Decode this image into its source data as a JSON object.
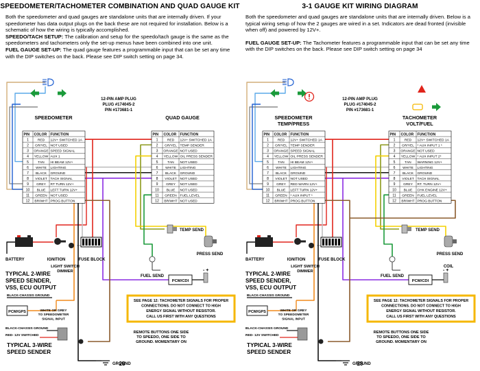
{
  "left": {
    "title": "SPEEDOMETER/TACHOMETER COMBINATION  AND QUAD GAUGE KIT",
    "intro": "Both the speedometer and quad gauges are standalone units that are internally driven.  If your speedometer has data output plugs on the back these are not required for installation.  Below is a schematic of how the wiring is typically accomplished.",
    "speedo_setup_label": "SPEEDO/TACH SETUP:",
    "speedo_setup_text": " The calibration and setup for the speedo/tach gauge is the same as the speedometers and tachometers only the set-up menus have been combined into one unit.",
    "fuel_setup_label": "FUEL GAUGE SET-UP:",
    "fuel_setup_text": " The quad gauge features a programmable input that can be set any time with the DIP switches on the back.  Please see DIP switch setting on page 34.",
    "plug_title": [
      "12-PIN AMP PLUG",
      "PLUG #174045-2",
      "PIN #173681-1"
    ],
    "gauge1_title": [
      "SPEEDOMETER"
    ],
    "gauge2_title": [
      "QUAD GAUGE"
    ],
    "table_headers": [
      "PIN",
      "COLOR",
      "FUNCTION"
    ],
    "table1": [
      [
        "1",
        "RED",
        "12V+ SWITCHED 1A"
      ],
      [
        "2",
        "GR/YEL",
        "NOT USED"
      ],
      [
        "3",
        "ORANGE",
        "SPEED SIGNAL"
      ],
      [
        "4",
        "YELLOW",
        "AUX 1"
      ],
      [
        "5",
        "TAN",
        "HI BEAM 12V+"
      ],
      [
        "6",
        "WHITE",
        "LIGHTING"
      ],
      [
        "7",
        "BLACK",
        "GROUND"
      ],
      [
        "8",
        "VIOLET",
        "TACH SIGNAL"
      ],
      [
        "9",
        "GREY",
        "RT TURN 12V+"
      ],
      [
        "10",
        "BLUE",
        "LEFT TURN 12V+"
      ],
      [
        "11",
        "GREEN",
        "NOT USED"
      ],
      [
        "12",
        "BR/WHT",
        "PROG BUTTON"
      ]
    ],
    "table2": [
      [
        "1",
        "RED",
        "12V+ SWITCHED 1A"
      ],
      [
        "2",
        "GR/YEL",
        "TEMP SENDER"
      ],
      [
        "3",
        "ORANGE",
        "NOT USED"
      ],
      [
        "4",
        "YELLOW",
        "OIL PRESS SENDER"
      ],
      [
        "5",
        "TAN",
        "NOT USED"
      ],
      [
        "6",
        "WHITE",
        "LIGHTING"
      ],
      [
        "7",
        "BLACK",
        "GROUND"
      ],
      [
        "8",
        "VIOLET",
        "NOT USED"
      ],
      [
        "9",
        "GREY",
        "NOT USED"
      ],
      [
        "10",
        "BLUE",
        "NOT USED"
      ],
      [
        "11",
        "GREEN",
        "FUEL LEVEL"
      ],
      [
        "12",
        "BR/WHT",
        "NOT USED"
      ]
    ],
    "labels": {
      "temp_send": "TEMP SEND",
      "battery": "BATTERY",
      "ignition": "IGNITION",
      "fuse_block": "FUSE BLOCK",
      "press_send": "PRESS SEND",
      "light_switch": [
        "LIGHT SWITCH",
        "DIMMER"
      ],
      "fuel_send": "FUEL SEND",
      "pcm": "PCM/CDI",
      "coil": "",
      "typical2": [
        "TYPICAL 2-WIRE",
        "SPEED SENDER,",
        "VSS, ECU OUTPUT"
      ],
      "chassis_ground": "BLACK-CHASSIS GROUND",
      "pcm_gps": "PCM/GPS",
      "white_grey": [
        "WHITE OR GREY",
        "TO SPEEDOMETER",
        "SIGNAL INPUT"
      ],
      "chassis_ground2": "BLACK-CHASSIS GROUND",
      "red_switched": "RED- 12V SWITCHED",
      "typical3": [
        "TYPICAL 3-WIRE",
        "SPEED SENDER"
      ],
      "warning": [
        "SEE PAGE 12: TACHOMETER SIGNALS FOR PROPER",
        "CONNECTIONS.  DO NOT CONNECT TO HIGH",
        "ENERGY SIGNAL WITHOUT RESISTOR.",
        "CALL US FIRST WITH ANY QUESTIONS"
      ],
      "remote": [
        "REMOTE BUTTONS ONE SIDE",
        "TO SPEEDO, ONE SIDE TO",
        "GROUND.  MOMENTARY ON"
      ],
      "ground": "GROUND"
    },
    "page_number": "28"
  },
  "right": {
    "title": "3-1 GAUGE KIT WIRING DIAGRAM",
    "intro": "Both the speedometer and quad gauges are standalone units that are internally driven. Below is a typical wiring setup of how the 2 gauges are  wired in a set.  Indicators are dead fronted (invisible when off) and powered by 12V+.",
    "fuel_setup_label": "FUEL GAUGE SET-UP:",
    "fuel_setup_text": " The Tachometer features a programmable input that can be set any time with the DIP switches on the back.  Please see DIP switch setting on page 34",
    "plug_title": [
      "12-PIN AMP PLUG",
      "PLUG #174045-2",
      "PIN #173681-1"
    ],
    "gauge1_title": [
      "SPEEDOMETER",
      "TEMP/PRESS"
    ],
    "gauge2_title": [
      "TACHOMETER",
      "VOLT/FUEL"
    ],
    "table_headers": [
      "PIN",
      "COLOR",
      "FUNCTION"
    ],
    "table1": [
      [
        "1",
        "RED",
        "12V+ SWITCHED 1A"
      ],
      [
        "2",
        "GR/YEL",
        "TEMP SENDER"
      ],
      [
        "3",
        "ORANGE",
        "SPEED SIGNAL"
      ],
      [
        "4",
        "YELLOW",
        "OIL PRESS SENDER"
      ],
      [
        "5",
        "TAN",
        "HI BEAM 12V+"
      ],
      [
        "6",
        "WHITE",
        "LIGHTING"
      ],
      [
        "7",
        "BLACK",
        "GROUND"
      ],
      [
        "8",
        "VIOLET",
        "NOT USED"
      ],
      [
        "9",
        "GREY",
        "RED WARN 12V+"
      ],
      [
        "10",
        "BLUE",
        "LEFT TURN 12V+"
      ],
      [
        "11",
        "GREEN",
        "* AUX INPUT *"
      ],
      [
        "12",
        "BR/WHT",
        "PROG BUTTON"
      ]
    ],
    "table2": [
      [
        "1",
        "RED",
        "12V+ SWITCHED 1A"
      ],
      [
        "2",
        "GR/YEL",
        "* AUX INPUT 1 *"
      ],
      [
        "3",
        "ORANGE",
        "NOT USED"
      ],
      [
        "4",
        "YELLOW",
        "* AUX INPUT 2*"
      ],
      [
        "5",
        "TAN",
        "WARNING 12V+"
      ],
      [
        "6",
        "WHITE",
        "LIGHTING"
      ],
      [
        "7",
        "BLACK",
        "GROUND"
      ],
      [
        "8",
        "VIOLET",
        "TACH SIGNAL"
      ],
      [
        "9",
        "GREY",
        "RT. TURN 12V+"
      ],
      [
        "10",
        "BLUE",
        "CHK ENGINE 12V+"
      ],
      [
        "11",
        "GREEN",
        "FUEL LEVEL"
      ],
      [
        "12",
        "BR/WHT",
        "PROG BUTTON"
      ]
    ],
    "labels": {
      "temp_send": "TEMP SEND",
      "battery": "BATTERY",
      "ignition": "IGNITION",
      "fuse_block": "FUSE BLOCK",
      "press_send": "PRESS SEND",
      "light_switch": [
        "LIGHT SWITCH",
        "DIMMER"
      ],
      "fuel_send": "FUEL SEND",
      "pcm": "PCM/CDI",
      "coil": "COIL",
      "typical2": [
        "TYPICAL 2-WIRE",
        "SPEED SENDER,",
        "VSS, ECU OUTPUT"
      ],
      "chassis_ground": "BLACK-CHASSIS GROUND",
      "pcm_gps": "PCM/GPS",
      "white_grey": [
        "WHITE OR GREY",
        "TO SPEEDOMETER",
        "SIGNAL INPUT"
      ],
      "chassis_ground2": "BLACK-CHASSIS GROUND",
      "red_switched": "RED- 12V SWITCHED",
      "typical3": [
        "TYPICAL 3-WIRE",
        "SPEED SENDER"
      ],
      "warning": [
        "SEE PAGE 12: TACHOMETER SIGNALS FOR PROPER",
        "CONNECTIONS.  DO NOT CONNECT TO HIGH",
        "ENERGY SIGNAL WITHOUT RESISTOR.",
        "CALL US FIRST WITH ANY QUESTIONS"
      ],
      "remote": [
        "REMOTE BUTTONS ONE SIDE",
        "TO SPEEDO, ONE SIDE TO",
        "GROUND.  MOMENTARY ON"
      ],
      "ground": "GROUND"
    },
    "page_number": "29"
  },
  "colors": {
    "red": "#e0241b",
    "gryel": "#8c9a1c",
    "orange": "#f08a1c",
    "yellow": "#f4d000",
    "tan": "#d2ad78",
    "white": "#bfbfbf",
    "black": "#111111",
    "violet": "#8a2be2",
    "grey": "#8c8c8c",
    "blue": "#1f5fd1",
    "green": "#1a9a3a",
    "brwht": "#8a5a2b",
    "lightblue": "#5aa8e8",
    "warnbox": "#f5b700"
  }
}
